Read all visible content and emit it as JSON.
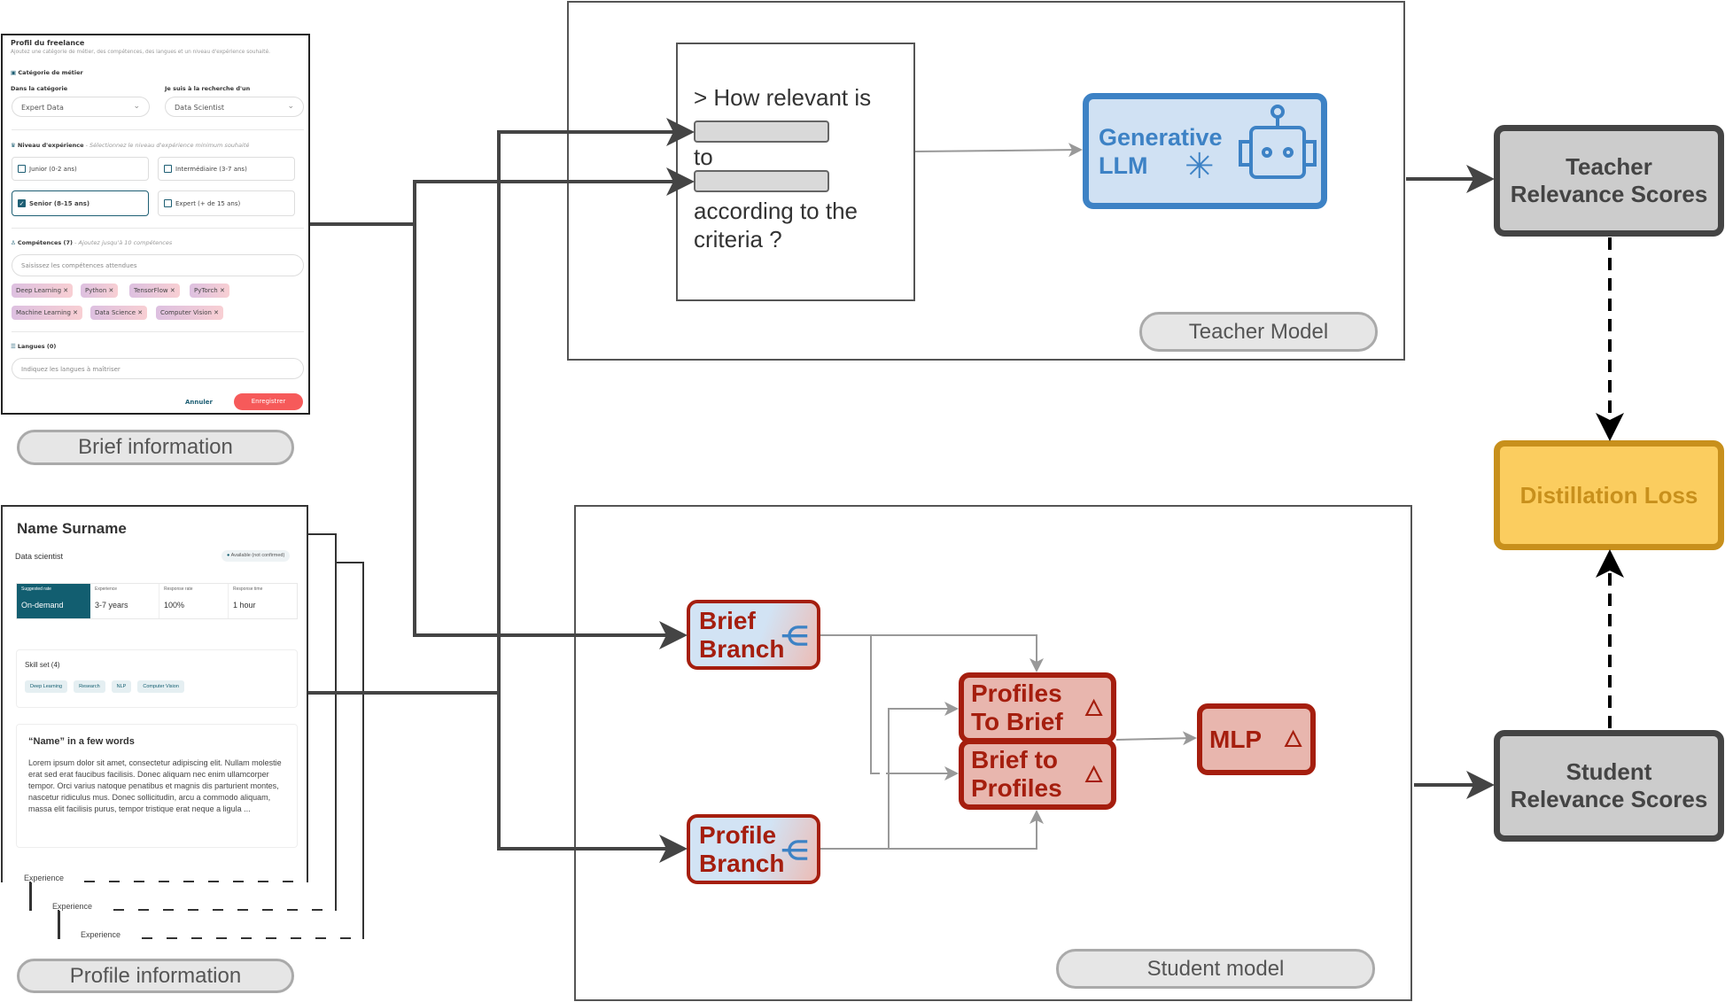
{
  "brief_form": {
    "title": "Profil du freelance",
    "subtitle": "Ajoutez une catégorie de métier, des compétences, des langues et un niveau d'expérience souhaité.",
    "category_section": "Catégorie de métier",
    "category_label": "Dans la catégorie",
    "category_value": "Expert Data",
    "search_label": "Je suis à la recherche d'un",
    "search_value": "Data Scientist",
    "experience_section": "Niveau d'expérience",
    "experience_hint": "- Sélectionnez le niveau d'expérience minimum souhaité",
    "levels": [
      {
        "label": "Junior (0-2 ans)",
        "checked": false
      },
      {
        "label": "Intermédiaire (3-7 ans)",
        "checked": false
      },
      {
        "label": "Senior (8-15 ans)",
        "checked": true
      },
      {
        "label": "Expert (+ de 15 ans)",
        "checked": false
      }
    ],
    "skills_section": "Compétences (7)",
    "skills_hint": "- Ajoutez jusqu'à 10 compétences",
    "skills_placeholder": "Saisissez les compétences attendues",
    "skills": [
      "Deep Learning",
      "Python",
      "TensorFlow",
      "PyTorch",
      "Machine Learning",
      "Data Science",
      "Computer Vision"
    ],
    "languages_section": "Langues (0)",
    "languages_placeholder": "Indiquez les langues à maîtriser",
    "cancel": "Annuler",
    "save": "Enregistrer"
  },
  "brief_caption": "Brief information",
  "profile_card": {
    "name": "Name Surname",
    "role": "Data scientist",
    "availability": "Available (not confirmed)",
    "stats": [
      {
        "label": "Suggested rate",
        "value": "On-demand"
      },
      {
        "label": "Experience",
        "value": "3-7 years"
      },
      {
        "label": "Response rate",
        "value": "100%"
      },
      {
        "label": "Response time",
        "value": "1 hour"
      }
    ],
    "skillset_title": "Skill set (4)",
    "skillset": [
      "Deep Learning",
      "Research",
      "NLP",
      "Computer Vision"
    ],
    "about_title": "“Name” in a few words",
    "about_text": "Lorem ipsum dolor sit amet, consectetur adipiscing elit. Nullam molestie erat sed erat faucibus facilisis. Donec aliquam nec enim ullamcorper tempor. Orci varius natoque penatibus et magnis dis parturient montes, nascetur ridiculus mus. Donec sollicitudin, arcu a commodo aliquam, massa elit facilisis purus, tempor tristique erat neque a ligula ...",
    "experience_label": "Experience"
  },
  "profile_caption": "Profile information",
  "teacher": {
    "prompt_line1": "> How relevant is",
    "prompt_line2": "to",
    "prompt_line3": "according to the criteria ?",
    "llm_label_1": "Generative",
    "llm_label_2": "LLM",
    "caption": "Teacher Model"
  },
  "student": {
    "brief_branch": [
      "Brief",
      "Branch"
    ],
    "profile_branch": [
      "Profile",
      "Branch"
    ],
    "profiles_to_brief": [
      "Profiles",
      "To Brief"
    ],
    "brief_to_profiles": [
      "Brief to",
      "Profiles"
    ],
    "mlp": "MLP",
    "caption": "Student model"
  },
  "outputs": {
    "teacher_scores": [
      "Teacher",
      "Relevance Scores"
    ],
    "distillation": "Distillation Loss",
    "student_scores": [
      "Student",
      "Relevance Scores"
    ]
  },
  "colors": {
    "teal": "#125e70",
    "accent_red": "#f65a5a",
    "branch_red": "#a51e0e",
    "llm_blue": "#3d82c5",
    "loss_yellow": "#fbcd5f"
  }
}
